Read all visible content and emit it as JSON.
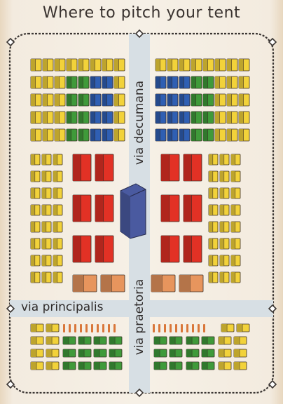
{
  "title": "Where to pitch your tent",
  "roads": {
    "decumana": "via decumana",
    "praetoria": "via praetoria",
    "principalis": "via principalis"
  },
  "colors": {
    "background": "#f6f0e6",
    "road": "#d7dfe4",
    "border": "#3b3633",
    "tent_yellow": "#f2d23a",
    "tent_blue": "#2f5fb3",
    "tent_green": "#3f9a3a",
    "tent_red": "#e23125",
    "tent_orange": "#e7955d",
    "headquarters": "#4a5aa0",
    "stakes": "#d9773a"
  },
  "icons": [
    "headquarters-tent-icon",
    "wooden-stake-icon",
    "corner-diamond-icon"
  ]
}
